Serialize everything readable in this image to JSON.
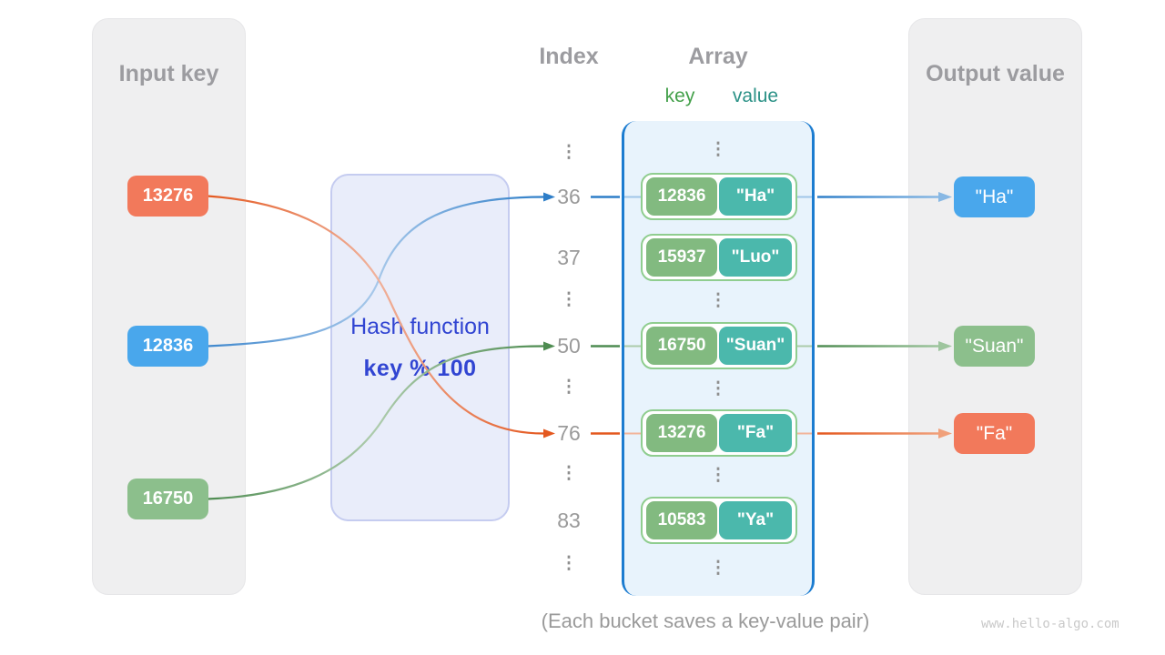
{
  "colors": {
    "panel_bg": "#EFEFF0",
    "title_gray": "#9C9CA0",
    "orange": "#F2795B",
    "blue": "#49A7EC",
    "green": "#8CBF8C",
    "bucket_key_green": "#82BA80",
    "bucket_value_teal": "#4BB8AC",
    "bucket_border_green": "#8FCD8F",
    "array_bg": "#E8F3FC",
    "array_border_blue": "#1C7CD0",
    "hash_box_bg": "#E9EDFA",
    "hash_box_border": "#C5CCF0",
    "hash_text_blue": "#3145D2",
    "line_blue": "#2E7EC8",
    "line_green": "#4E8C51",
    "line_orange": "#E4581F"
  },
  "input_panel": {
    "title": "Input key",
    "keys": [
      {
        "label": "13276",
        "color": "#F2795B"
      },
      {
        "label": "12836",
        "color": "#49A7EC"
      },
      {
        "label": "16750",
        "color": "#8CBF8C"
      }
    ]
  },
  "hash_box": {
    "title": "Hash function",
    "formula": "key % 100"
  },
  "index_column": {
    "title": "Index",
    "items": [
      "⋮",
      "36",
      "37",
      "⋮",
      "50",
      "⋮",
      "76",
      "⋮",
      "83",
      "⋮"
    ]
  },
  "array_panel": {
    "title": "Array",
    "key_header": "key",
    "value_header": "value",
    "ellipsis": "⋮",
    "buckets": [
      {
        "key": "12836",
        "value": "\"Ha\""
      },
      {
        "key": "15937",
        "value": "\"Luo\""
      },
      {
        "key": "16750",
        "value": "\"Suan\""
      },
      {
        "key": "13276",
        "value": "\"Fa\""
      },
      {
        "key": "10583",
        "value": "\"Ya\""
      }
    ]
  },
  "output_panel": {
    "title": "Output value",
    "values": [
      {
        "label": "\"Ha\"",
        "color": "#49A7EC"
      },
      {
        "label": "\"Suan\"",
        "color": "#8CBF8C"
      },
      {
        "label": "\"Fa\"",
        "color": "#F2795B"
      }
    ]
  },
  "caption": "(Each bucket saves a key-value pair)",
  "watermark": "www.hello-algo.com"
}
